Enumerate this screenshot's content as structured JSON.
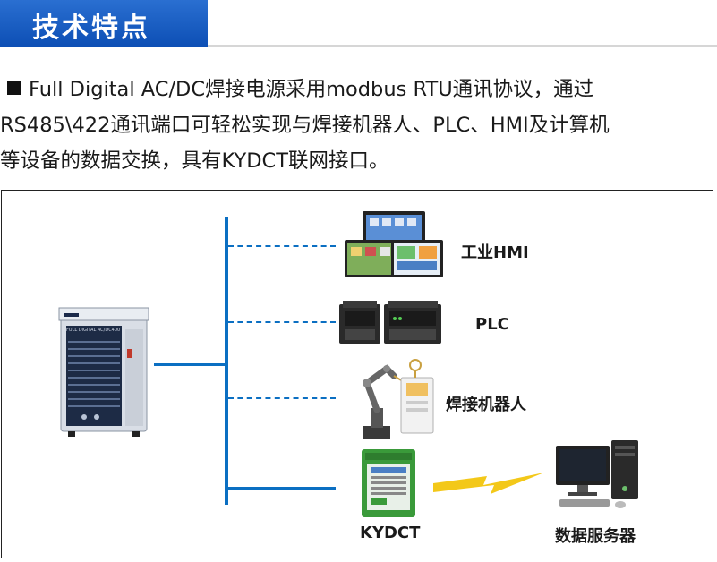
{
  "header": {
    "title": "技术特点"
  },
  "description": {
    "line1": "Full Digital AC/DC焊接电源采用modbus RTU通讯协议，通过",
    "line2": "RS485\\422通讯端口可轻松实现与焊接机器人、PLC、HMI及计算机",
    "line3": "等设备的数据交换，具有KYDCT联网接口。"
  },
  "diagram": {
    "nodes": [
      {
        "label": "工业HMI"
      },
      {
        "label": "PLC"
      },
      {
        "label": "焊接机器人"
      },
      {
        "label": "KYDCT"
      },
      {
        "label": "数据服务器"
      }
    ],
    "welder_brand_text": "FULL DIGITAL  AC/DC400"
  },
  "colors": {
    "banner": "#0d4fb5",
    "bus": "#0b6fc2",
    "lightning": "#f2c200",
    "module_green": "#3a9a3a"
  }
}
